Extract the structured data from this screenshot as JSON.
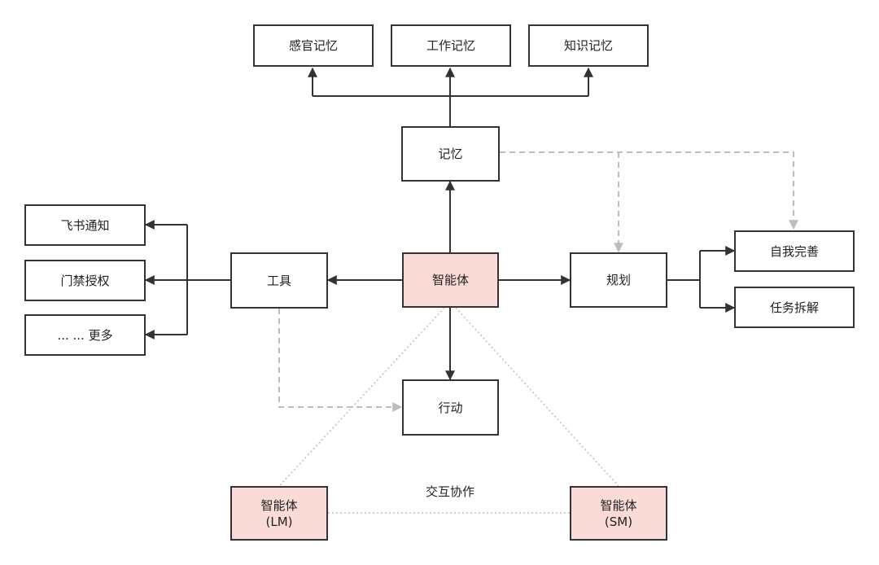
{
  "nodes": {
    "sensory_memory": "感官记忆",
    "working_memory": "工作记忆",
    "knowledge_memory": "知识记忆",
    "memory": "记忆",
    "feishu_notify": "飞书通知",
    "access_control": "门禁授权",
    "more": "... ... 更多",
    "tools": "工具",
    "agent": "智能体",
    "planning": "规划",
    "self_improve": "自我完善",
    "task_decompose": "任务拆解",
    "action": "行动",
    "agent_lm_title": "智能体",
    "agent_lm_sub": "(LM)",
    "agent_sm_title": "智能体",
    "agent_sm_sub": "(SM)"
  },
  "edge_labels": {
    "interaction": "交互协作"
  },
  "colors": {
    "agent_fill": "#fadbd8",
    "border": "#333333",
    "solid_edge": "#333333",
    "dashed_edge": "#bdbdbd",
    "dotted_edge": "#bdbdbd"
  }
}
